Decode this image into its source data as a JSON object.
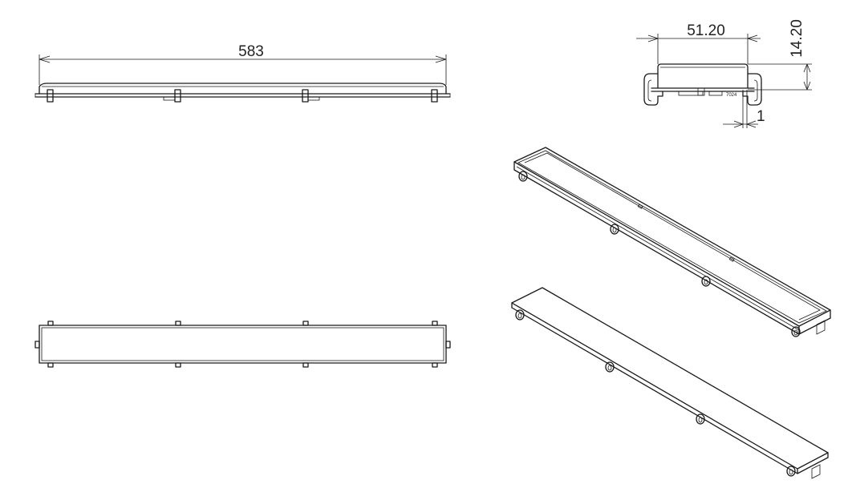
{
  "drawing": {
    "dimensions": {
      "length": "583",
      "width": "51.20",
      "height": "14.20",
      "offset": "1"
    },
    "part_marking": "7024",
    "colors": {
      "line": "#1a1a1a",
      "background": "#ffffff"
    }
  }
}
